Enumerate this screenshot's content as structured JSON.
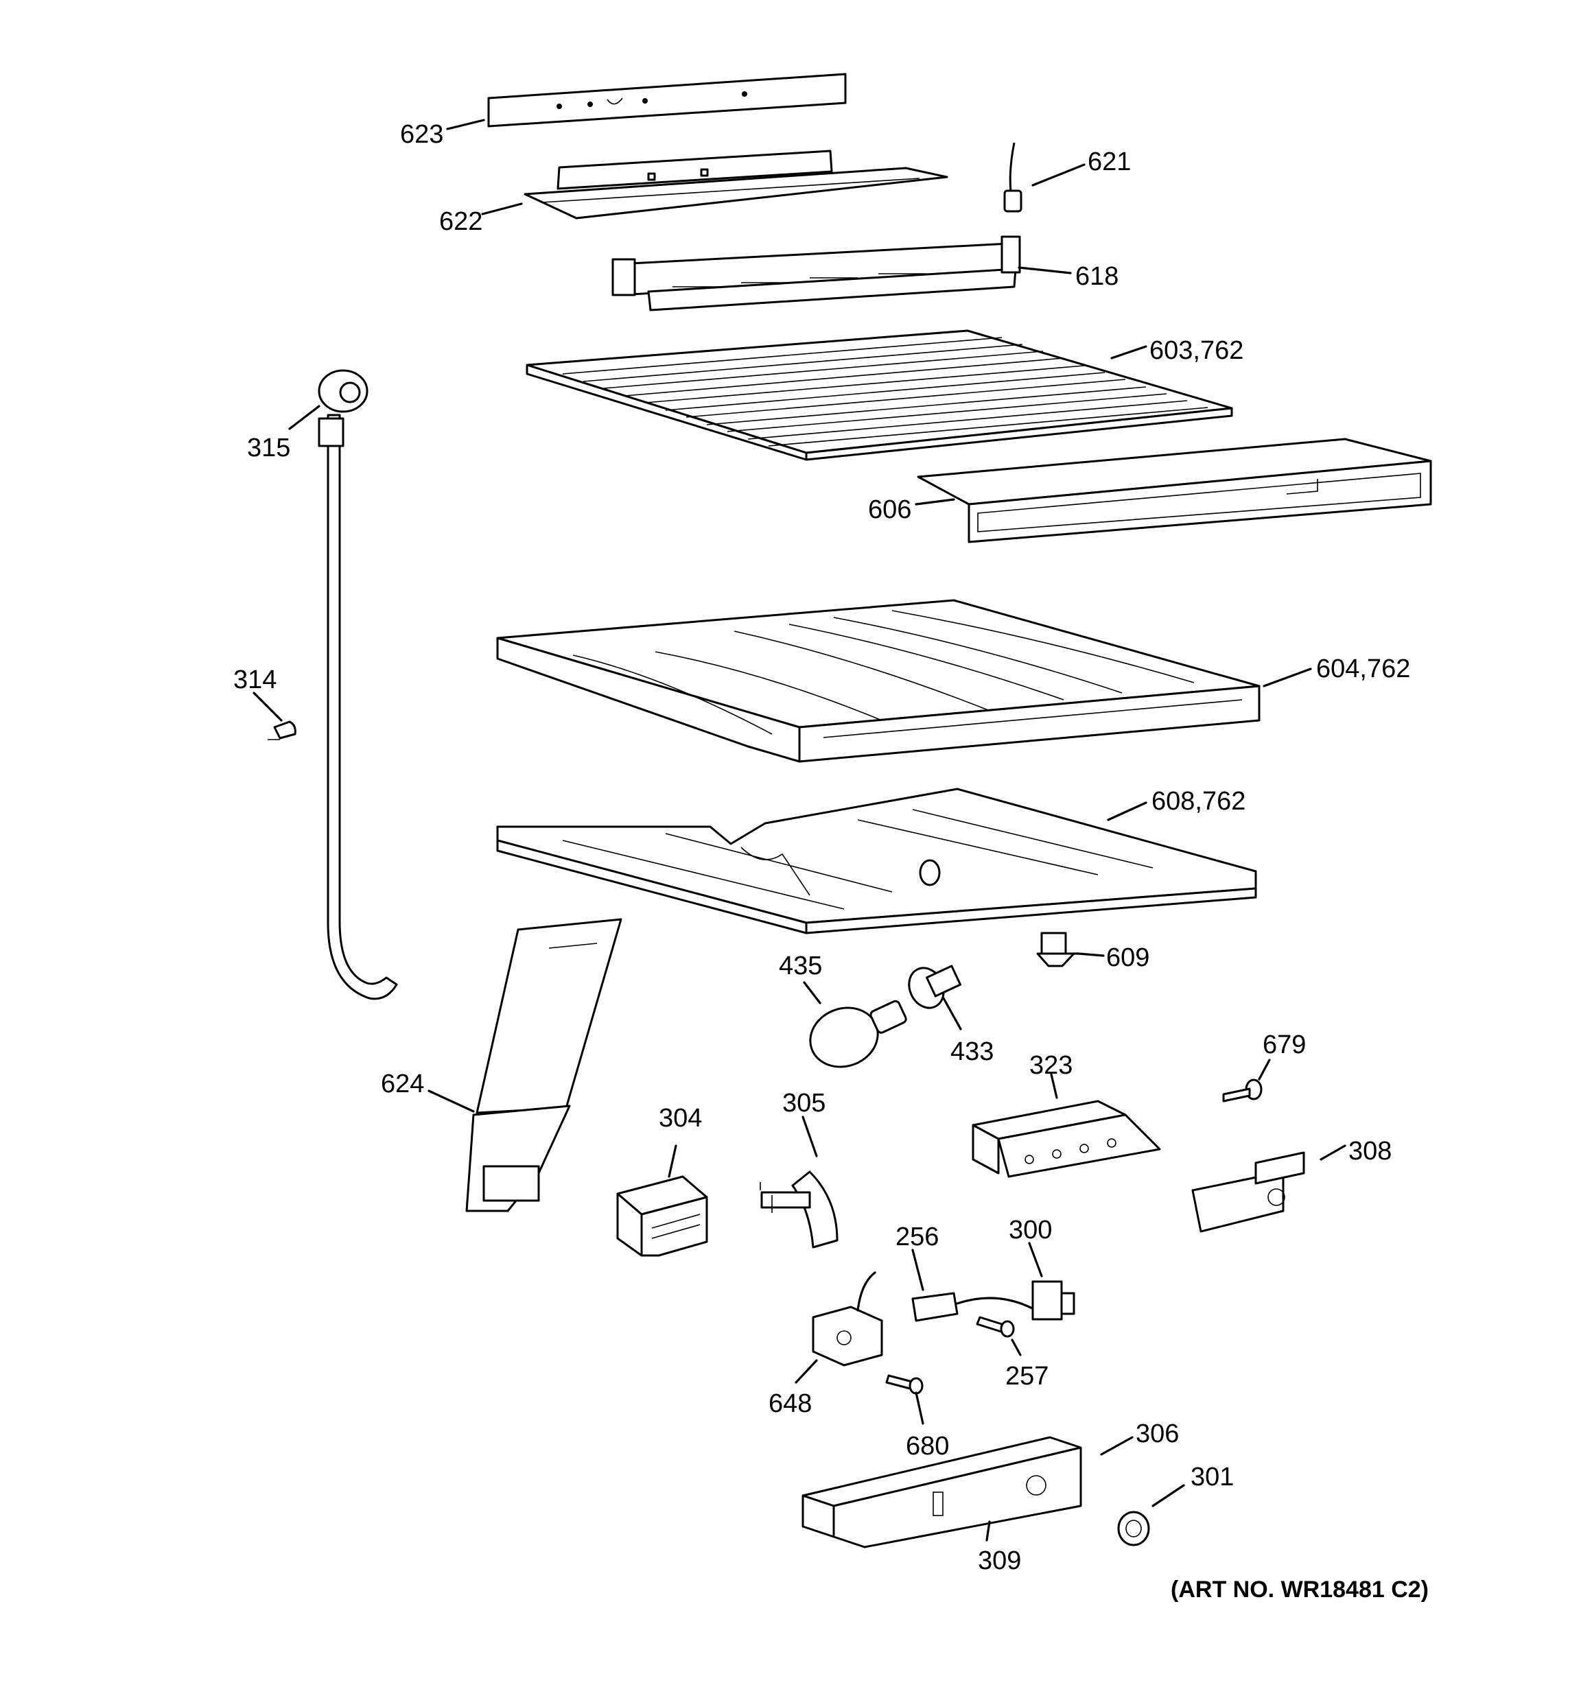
{
  "art_number": "(ART NO. WR18481 C2)",
  "callouts": [
    "623",
    "622",
    "621",
    "618",
    "603,762",
    "315",
    "606",
    "314",
    "604,762",
    "608,762",
    "609",
    "435",
    "433",
    "679",
    "323",
    "624",
    "304",
    "305",
    "308",
    "256",
    "300",
    "257",
    "648",
    "680",
    "306",
    "301",
    "309"
  ]
}
